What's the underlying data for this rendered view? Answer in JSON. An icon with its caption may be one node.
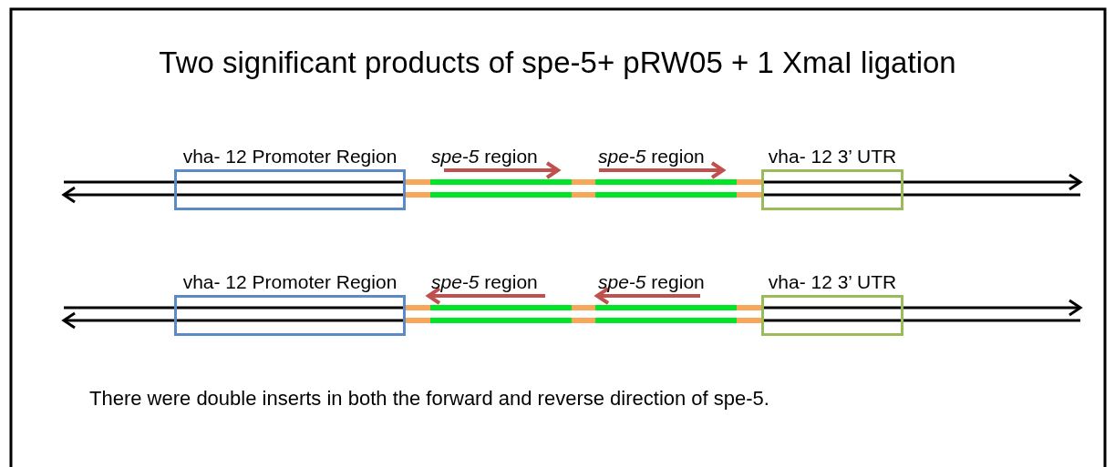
{
  "diagram": {
    "title": "Two significant products of spe-5+ pRW05 + 1 XmaI ligation",
    "nodes": [
      {
        "text": [
          "vha- 12 Promoter Region"
        ]
      },
      {
        "text": [
          "vha- 12 3’ UTR"
        ]
      },
      {
        "text": [
          "vha- 12 Promoter Region"
        ]
      },
      {
        "text": [
          "vha- 12 3’ UTR"
        ]
      }
    ],
    "labels": [
      "*spe-5* region",
      "*spe-5* region",
      "*spe-5* region",
      "*spe-5* region"
    ],
    "caption": "There were double inserts in both the forward and reverse direction of spe-5."
  }
}
